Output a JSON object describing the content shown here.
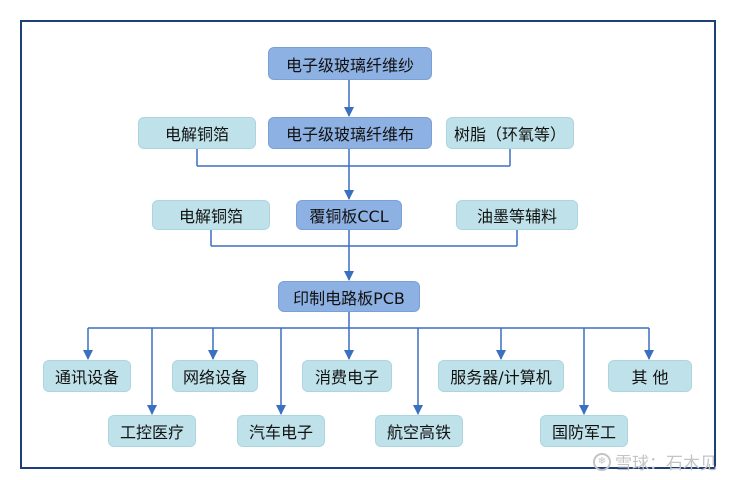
{
  "nodes": {
    "glass_yarn": "电子级玻璃纤维纱",
    "glass_cloth": "电子级玻璃纤维布",
    "copper_foil_1": "电解铜箔",
    "resin": "树脂（环氧等）",
    "copper_foil_2": "电解铜箔",
    "ccl": "覆铜板CCL",
    "ink": "油墨等辅料",
    "pcb": "印制电路板PCB"
  },
  "applications": [
    "通讯设备",
    "工控医疗",
    "网络设备",
    "汽车电子",
    "消费电子",
    "航空高铁",
    "服务器/计算机",
    "国防军工",
    "其 他"
  ],
  "watermark": {
    "icon": "snowball-logo-icon",
    "text": "雪球：石木见"
  },
  "colors": {
    "primary_box": "#8eb1e3",
    "secondary_box": "#bfe2ea",
    "connector": "#3b6fbf",
    "frame": "#1f3f78"
  }
}
